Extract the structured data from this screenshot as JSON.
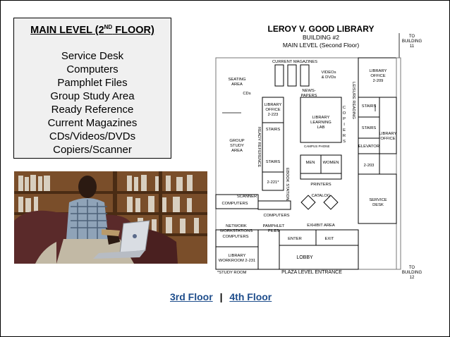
{
  "legend": {
    "title_main": "MAIN LEVEL (2",
    "title_sup": "ND",
    "title_end": " FLOOR)",
    "items": [
      "Service Desk",
      "Computers",
      "Pamphlet Files",
      "Group Study Area",
      "Ready Reference",
      "Current Magazines",
      "CDs/Videos/DVDs",
      "Copiers/Scanner"
    ]
  },
  "map": {
    "title": "LEROY V. GOOD LIBRARY",
    "building": "BUILDING #2",
    "level": "MAIN LEVEL (Second Floor)",
    "to_building_11": [
      "TO",
      "BUILDING",
      "11"
    ],
    "to_building_12": [
      "TO",
      "BUILDING",
      "12"
    ],
    "current_magazines": "CURRENT MAGAZINES",
    "videos_dvds": [
      "VIDEOs",
      "& DVDs"
    ],
    "library_office_2209": [
      "LIBRARY",
      "OFFICE",
      "2-209"
    ],
    "seating_area": [
      "SEATING",
      "AREA"
    ],
    "cds": "CDs",
    "newspapers": [
      "NEWS-",
      "PAPERS"
    ],
    "leisure_reading": "LEISURE READING",
    "library_office_2223": [
      "LIBRARY",
      "OFFICE",
      "2-223"
    ],
    "copiers": [
      "C",
      "O",
      "P",
      "I",
      "E",
      "R",
      "S"
    ],
    "stairs": "STAIRS",
    "library_learning_lab": [
      "LIBRARY",
      "LEARNING",
      "LAB"
    ],
    "library_office": [
      "LIBRARY",
      "OFFICE"
    ],
    "ready_reference": "READY REFERENCE",
    "group_study_area": [
      "GROUP",
      "STUDY",
      "AREA"
    ],
    "campus_phone": "CAMPUS PHONE",
    "elevator": "ELEVATOR",
    "men": "MEN",
    "women": "WOMEN",
    "room_2203": "2-203",
    "room_2221": "2-221*",
    "ebook_station": "EBOOK STATION",
    "printers": "PRINTERS",
    "scanner": "SCANNER",
    "computers": "COMPUTERS",
    "catalog": "CATALOG",
    "service_desk": [
      "SERVICE",
      "DESK"
    ],
    "network_workstations": [
      "NETWORK",
      "WORKSTATIONS"
    ],
    "pamphlet_files": [
      "PAMPHLET",
      "FILES"
    ],
    "exhibit_area": "EXHIBIT AREA",
    "enter": "ENTER",
    "exit": "EXIT",
    "lobby": "LOBBY",
    "library_workroom": [
      "LIBRARY",
      "WORKROOM 2-231"
    ],
    "study_room": "*STUDY ROOM",
    "plaza_entrance": "PLAZA LEVEL ENTRANCE"
  },
  "links": {
    "third_floor": "3rd Floor",
    "separator": "|",
    "fourth_floor": "4th Floor"
  },
  "photo": {
    "shelf_color": "#8a5a2e",
    "chair_color": "#5a2a2a"
  }
}
